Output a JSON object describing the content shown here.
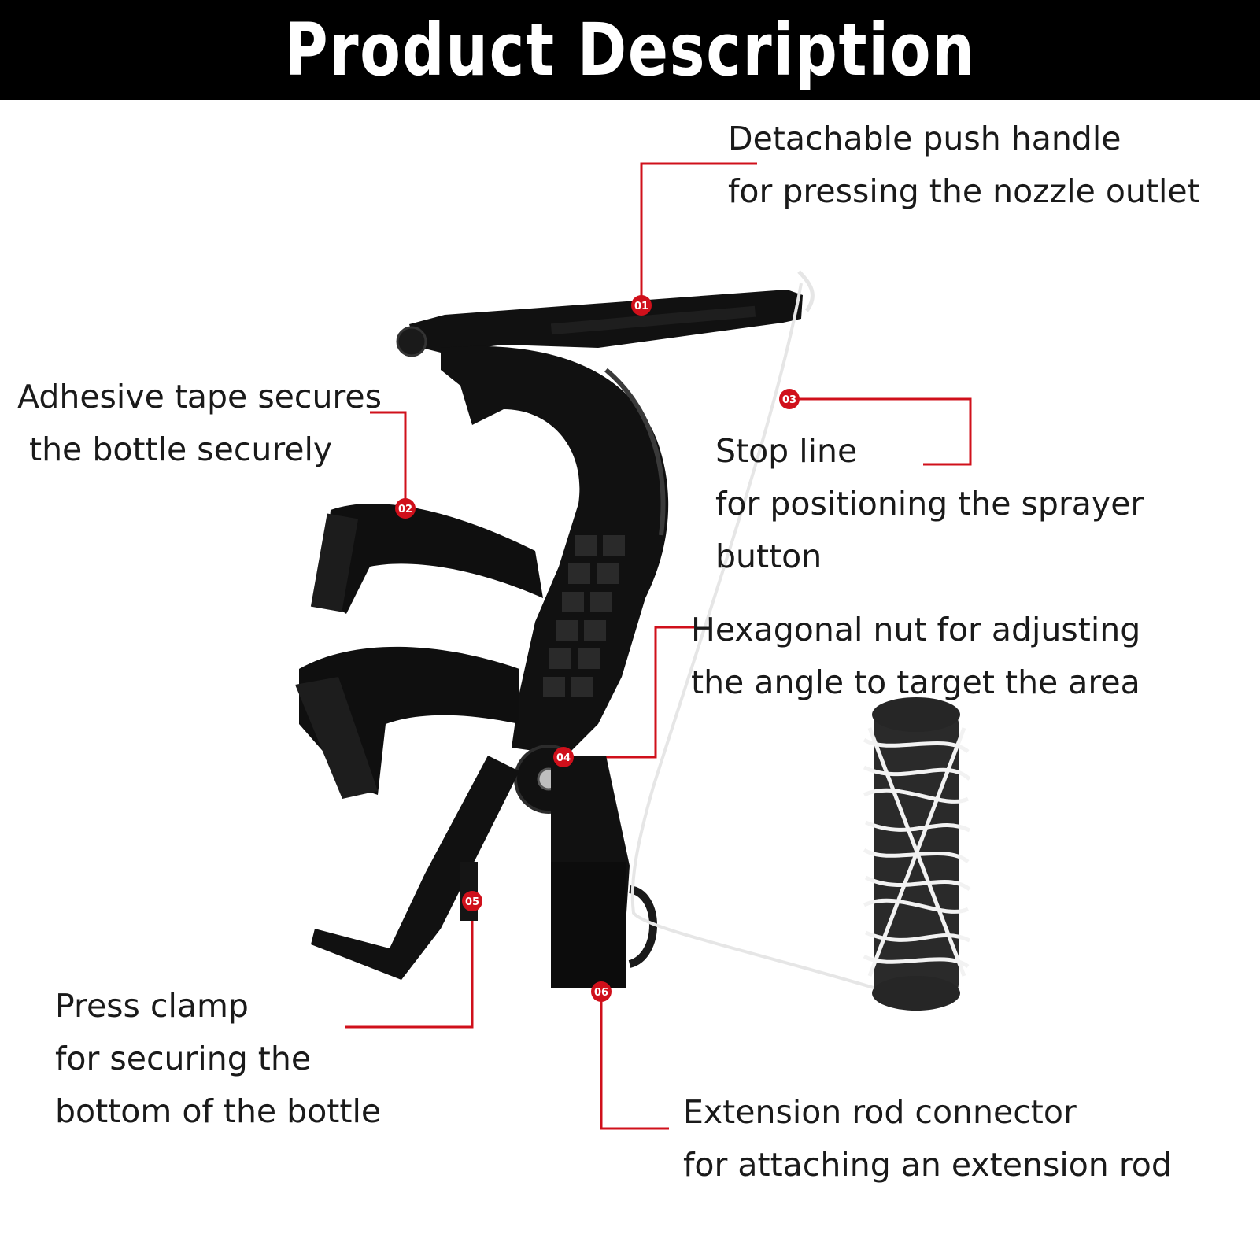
{
  "header": {
    "title": "Product Description"
  },
  "callouts": [
    {
      "id": "01",
      "lines": [
        "Detachable push handle",
        "for pressing the nozzle outlet"
      ]
    },
    {
      "id": "02",
      "lines": [
        "Adhesive tape secures",
        "the bottle securely"
      ]
    },
    {
      "id": "03",
      "lines": [
        "Stop line",
        "for positioning the sprayer",
        "button"
      ]
    },
    {
      "id": "04",
      "lines": [
        "Hexagonal nut for adjusting",
        "the angle to target the area"
      ]
    },
    {
      "id": "05",
      "lines": [
        "Press clamp",
        "for securing the",
        "bottom of the bottle"
      ]
    },
    {
      "id": "06",
      "lines": [
        "Extension rod connector",
        "for attaching an extension rod"
      ]
    }
  ],
  "colors": {
    "accent": "#d0101b",
    "product": "#111111",
    "header_bg": "#000000",
    "header_text": "#ffffff",
    "cord": "#f2f2f2"
  }
}
